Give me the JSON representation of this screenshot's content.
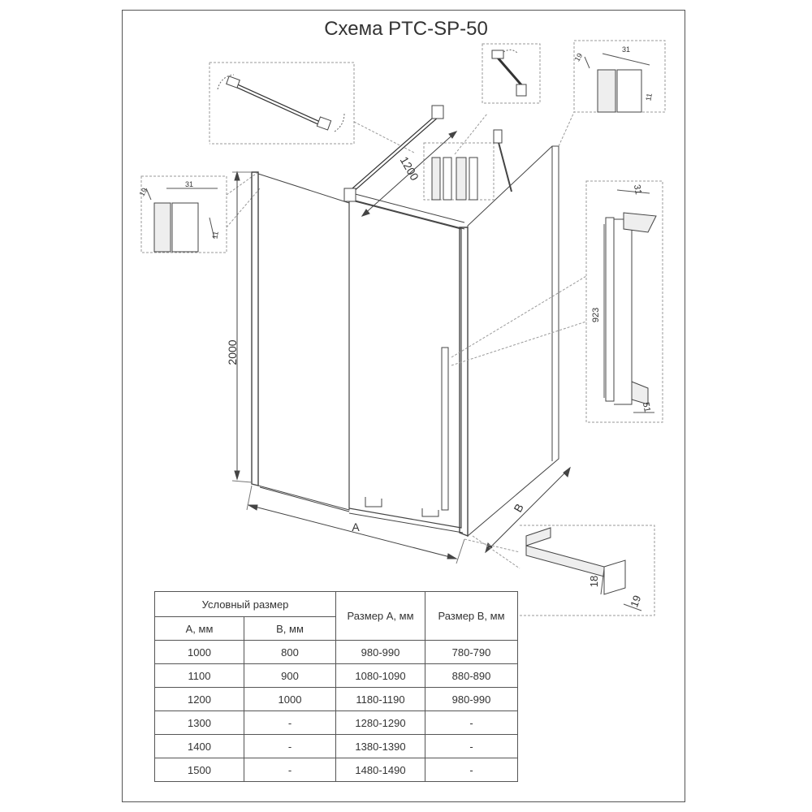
{
  "title": "Схема PTC-SP-50",
  "dimensions": {
    "height": "2000",
    "top_bar_length": "1200",
    "width_a": "A",
    "width_b": "B",
    "handle_length": "923",
    "handle_depth": "31",
    "handle_base": "51"
  },
  "profile_left": {
    "width": "31",
    "depth": "19",
    "gap": "11"
  },
  "profile_right": {
    "width": "31",
    "depth": "19",
    "gap": "11"
  },
  "bottom_profile": {
    "height": "18",
    "width": "19"
  },
  "table": {
    "group_header": "Условный размер",
    "col_a": "A, мм",
    "col_b": "B, мм",
    "col_size_a": "Размер А, мм",
    "col_size_b": "Размер В, мм",
    "rows": [
      [
        "1000",
        "800",
        "980-990",
        "780-790"
      ],
      [
        "1100",
        "900",
        "1080-1090",
        "880-890"
      ],
      [
        "1200",
        "1000",
        "1180-1190",
        "980-990"
      ],
      [
        "1300",
        "-",
        "1280-1290",
        "-"
      ],
      [
        "1400",
        "-",
        "1380-1390",
        "-"
      ],
      [
        "1500",
        "-",
        "1480-1490",
        "-"
      ]
    ]
  }
}
